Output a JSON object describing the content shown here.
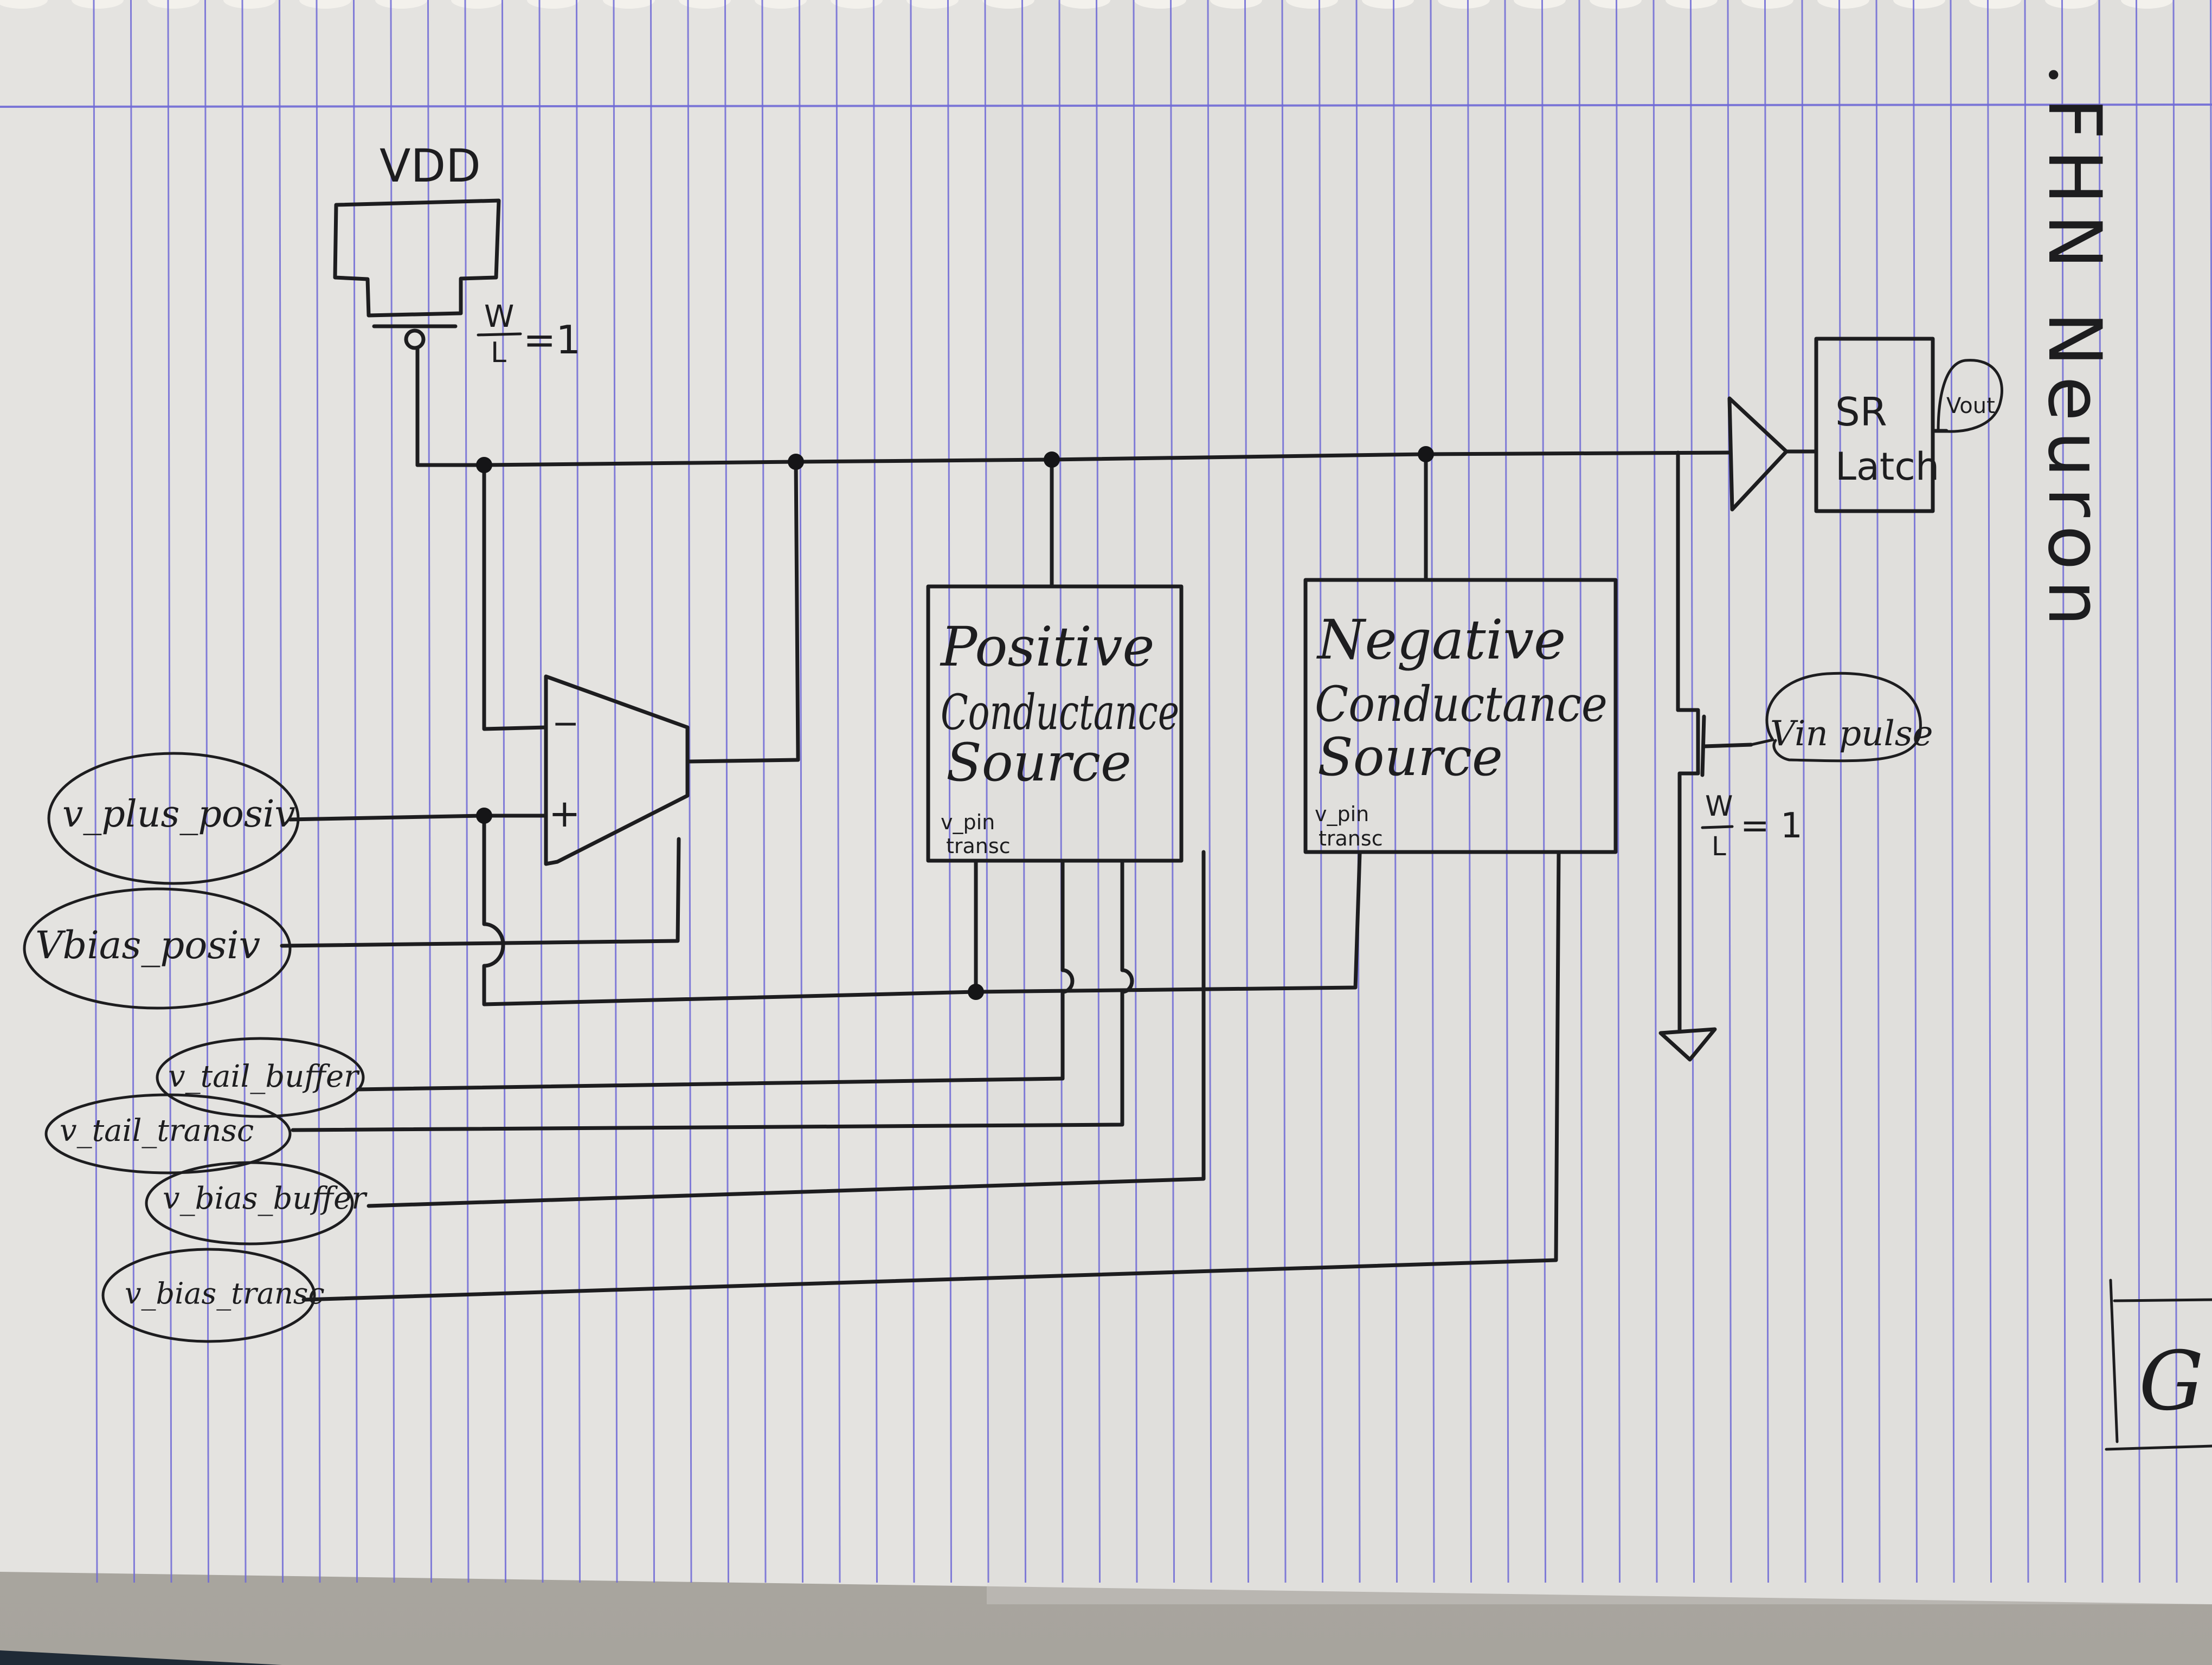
{
  "page": {
    "title": "FHN Neuron",
    "bullet": "•",
    "paper_color": "#e4e3e0",
    "rule_color": "#6f6ad6",
    "ink_color": "#1d1d1f"
  },
  "supply": {
    "label": "VDD",
    "pmos_ratio_num": "W",
    "pmos_ratio_den": "L",
    "pmos_ratio_value": "=1"
  },
  "opamp": {
    "minus": "−",
    "plus": "+"
  },
  "blocks": {
    "positive": {
      "line1": "Positive",
      "line2": "Conductance",
      "line3": "Source",
      "pin_line1": "v_pin",
      "pin_line2": "transc"
    },
    "negative": {
      "line1": "Negative",
      "line2": "Conductance",
      "line3": "Source",
      "pin_line1": "v_pin",
      "pin_line2": "transc"
    }
  },
  "output": {
    "latch_line1": "SR",
    "latch_line2": "Latch",
    "out_label": "Vout"
  },
  "input_transistor": {
    "pulse_label": "Vin pulse",
    "ratio_num": "W",
    "ratio_den": "L",
    "ratio_value": "= 1"
  },
  "inputs": [
    {
      "label": "v_plus_posiv"
    },
    {
      "label": "Vbias_posiv"
    },
    {
      "label": "v_tail_buffer"
    },
    {
      "label": "v_tail_transc"
    },
    {
      "label": "v_bias_buffer"
    },
    {
      "label": "v_bias_transc"
    }
  ],
  "corner_scribble": "G"
}
